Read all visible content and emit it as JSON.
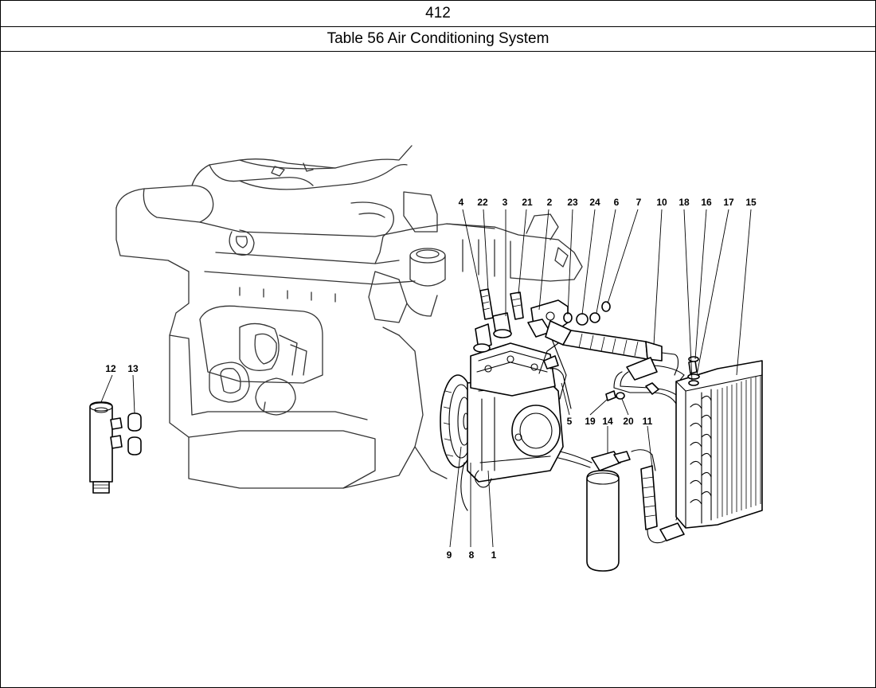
{
  "header": {
    "model": "412",
    "title": "Table 56 Air Conditioning System"
  },
  "diagram": {
    "callouts": [
      "4",
      "22",
      "3",
      "21",
      "2",
      "23",
      "24",
      "6",
      "7",
      "10",
      "18",
      "16",
      "17",
      "15",
      "12",
      "13",
      "5",
      "19",
      "14",
      "20",
      "11",
      "9",
      "8",
      "1"
    ]
  }
}
